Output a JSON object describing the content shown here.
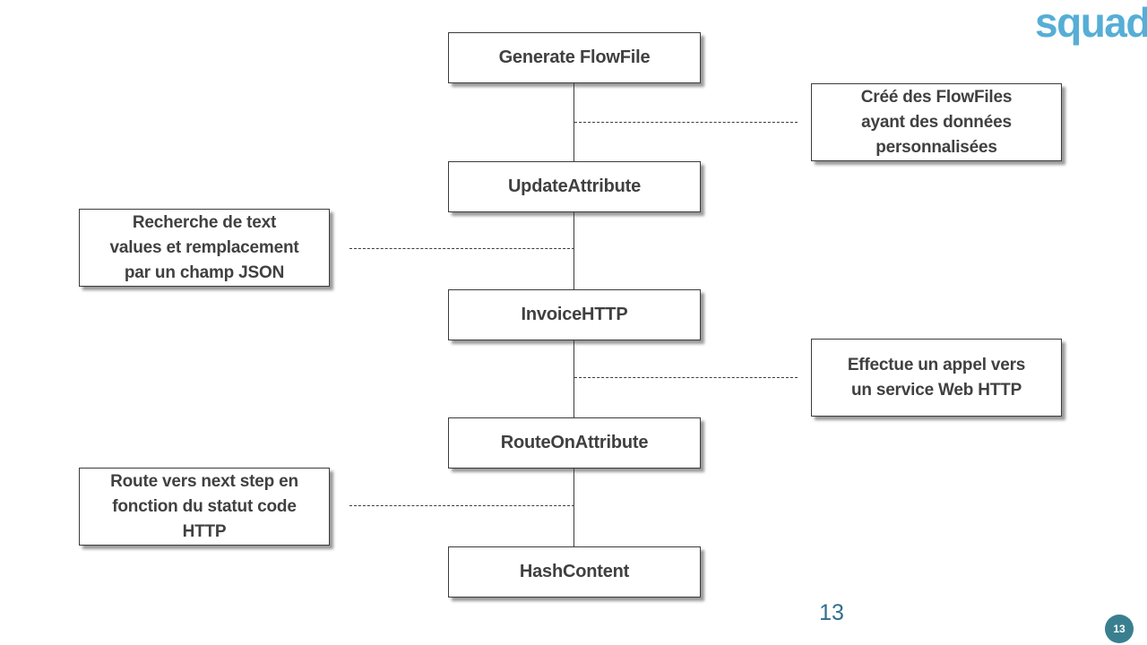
{
  "logo": {
    "text": "squad",
    "color": "#56aed6"
  },
  "diagram": {
    "nodes": [
      {
        "label": "Generate FlowFile"
      },
      {
        "label": "UpdateAttribute"
      },
      {
        "label": "InvoiceHTTP"
      },
      {
        "label": "RouteOnAttribute"
      },
      {
        "label": "HashContent"
      }
    ],
    "annotations": [
      {
        "side": "right",
        "text": "Créé des FlowFiles\nayant des données\npersonnalisées"
      },
      {
        "side": "left",
        "text": "Recherche de text\nvalues et remplacement\npar un champ JSON"
      },
      {
        "side": "right",
        "text": "Effectue un appel vers\nun service Web HTTP"
      },
      {
        "side": "left",
        "text": "Route vers next step en\nfonction du statut code\nHTTP"
      }
    ],
    "colors": {
      "box_border": "#3b3b3b",
      "box_text": "#404040",
      "connector": "#3b3b3b"
    }
  },
  "footer": {
    "page_number": "13",
    "page_number_color": "#2f6e8e",
    "badge_text": "13",
    "badge_color": "#3a7f90"
  }
}
